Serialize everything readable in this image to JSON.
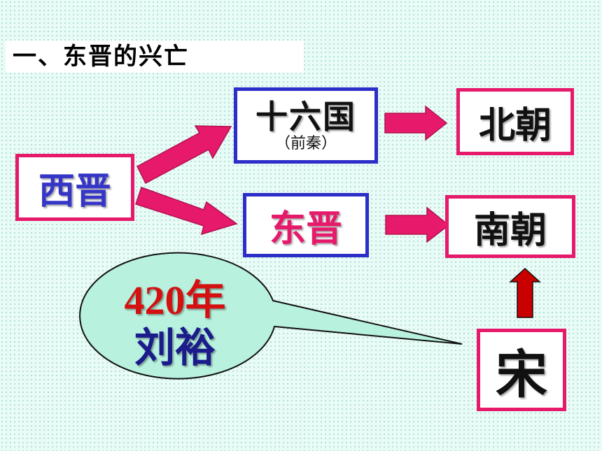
{
  "heading": "一、东晋的兴亡",
  "nodes": {
    "xijin": "西晋",
    "shiliuguo": "十六国",
    "shiliuguo_sub": "（前秦）",
    "dongjin": "东晋",
    "beichao": "北朝",
    "nanchao": "南朝",
    "song": "宋"
  },
  "callout": {
    "year": "420年",
    "person": "刘裕"
  },
  "colors": {
    "arrow": "#e6196b",
    "pink_border": "#e6196b",
    "blue_border": "#2d2dc8",
    "up_arrow": "#c80000",
    "bubble_fill": "#b8f1de"
  }
}
